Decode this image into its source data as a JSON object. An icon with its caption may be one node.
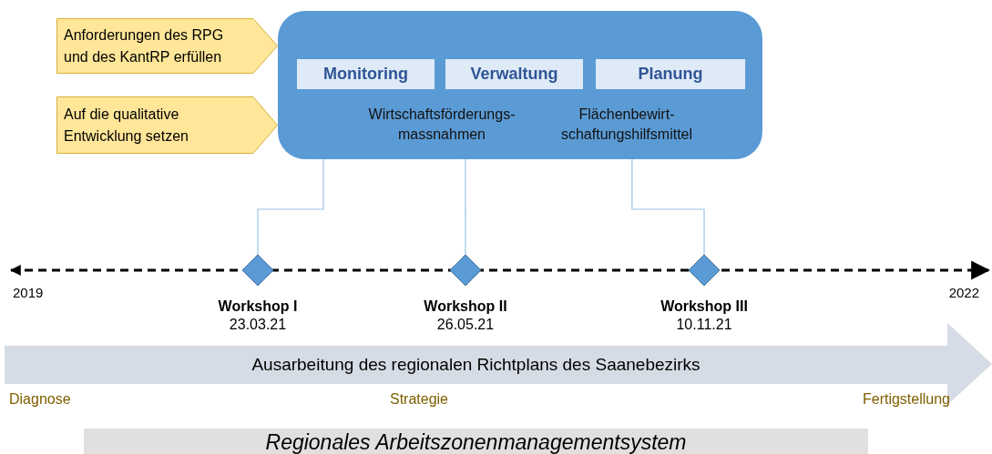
{
  "diagram": {
    "caption": "Regionales Arbeitszonenmanagementsystem",
    "nodes": [
      {
        "text": [
          "Wirtschaftsförderungs- massnahmen",
          "Flächenbewirt- schaftungshilfsmittel"
        ]
      },
      {
        "text": [
          "Monitoring"
        ],
        "in": 0
      },
      {
        "text": [
          "Verwaltung"
        ],
        "in": 0
      },
      {
        "text": [
          "Planung"
        ],
        "in": 0
      },
      {
        "text": [
          "Anforderungen des RPG und des KantRP erfüllen"
        ]
      },
      {
        "text": [
          "Auf die qualitative Entwicklung setzen"
        ]
      },
      {
        "text": [],
        "shape": "diamond",
        "beside": [
          "Workshop I",
          "23.03.21"
        ]
      },
      {
        "text": [],
        "shape": "diamond",
        "beside": [
          "Workshop II",
          "26.05.21"
        ]
      },
      {
        "text": [],
        "shape": "diamond",
        "beside": [
          "Workshop III",
          "10.11.21"
        ]
      },
      {
        "text": [
          "Ausarbeitung des regionalen Richtplans des Saanebezirks"
        ]
      }
    ],
    "edges": [
      {
        "from": 0,
        "to": 6,
        "arrow": "none"
      },
      {
        "from": 0,
        "to": 7,
        "arrow": "none"
      },
      {
        "from": 0,
        "to": 8,
        "arrow": "none"
      }
    ],
    "labels": [
      "2019",
      "2022",
      "Diagnose",
      "Strategie",
      "Fertigstellung"
    ]
  }
}
